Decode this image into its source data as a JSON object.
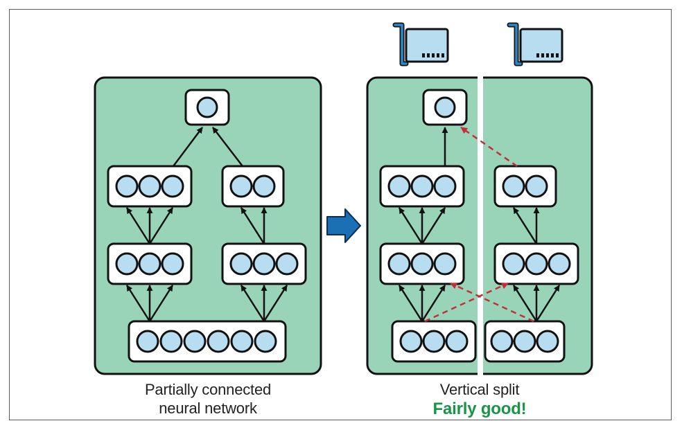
{
  "left_panel": {
    "caption_line1": "Partially connected",
    "caption_line2": "neural network"
  },
  "right_panel": {
    "caption_line1": "Vertical split",
    "caption_line2": "Fairly good!"
  },
  "colors": {
    "panel_fill": "#99d4b8",
    "node_fill": "#b8dcf0",
    "gpu_fill": "#b8dcf0",
    "gpu_bracket": "#2a89c4",
    "arrow_forward": "#1a6fb5",
    "cross_edge": "#c0303a",
    "verdict": "#1a9447"
  },
  "icons": [
    "gpu-card-icon",
    "right-arrow-icon"
  ]
}
